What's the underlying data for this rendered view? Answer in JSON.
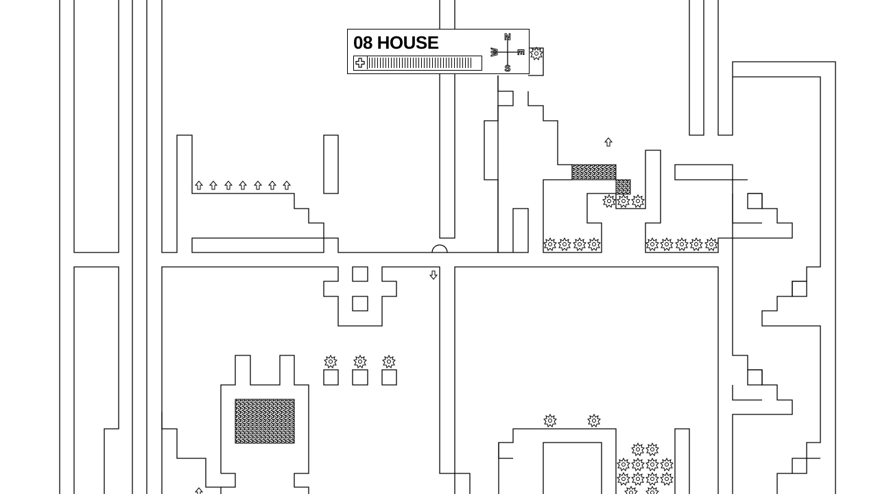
{
  "hud": {
    "level_title": "08 HOUSE",
    "health_level": 0.94,
    "compass": {
      "north": "N",
      "south": "S",
      "east": "E",
      "west": "W"
    }
  },
  "colors": {
    "ink": "#000000",
    "paper": "#ffffff"
  }
}
